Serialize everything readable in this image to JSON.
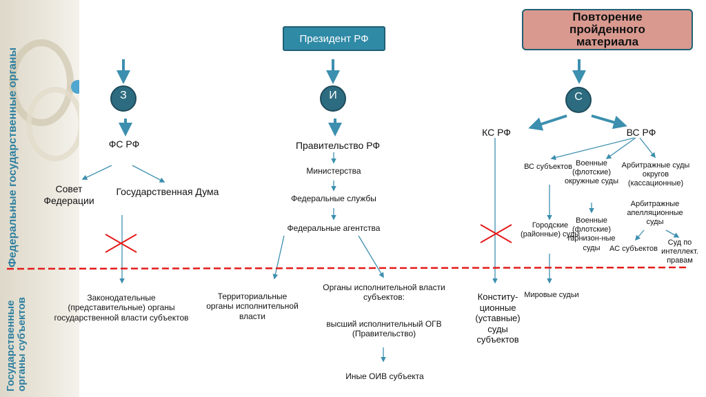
{
  "sidebar": {
    "federal_label": "Федеральные государственные органы",
    "regional_label": "Государственные органы субъектов"
  },
  "header": {
    "president": "Президент РФ",
    "review": "Повторение пройденного материала"
  },
  "branches": {
    "legislative_letter": "З",
    "executive_letter": "И",
    "judicial_letter": "С"
  },
  "legislative": {
    "fs": "ФС РФ",
    "council": "Совет Федерации",
    "duma": "Государственная Дума",
    "regional": "Законодательные (представительные) органы государственной власти субъектов"
  },
  "executive": {
    "government": "Правительство РФ",
    "ministries": "Министерства",
    "services": "Федеральные службы",
    "agencies": "Федеральные агентства",
    "territorial": "Территориальные органы исполнительной власти",
    "regional_title": "Органы исполнительной власти субъектов:",
    "regional_top": "высший исполнительный ОГВ (Правительство)",
    "other": "Иные ОИВ субъекта"
  },
  "judicial": {
    "ks": "КС РФ",
    "vs": "ВС РФ",
    "vs_subjects": "ВС субъектов",
    "military_district": "Военные (флотские) окружные суды",
    "arbitration_cassation": "Арбитражные суды округов (кассационные)",
    "city_courts": "Городские (районные) суды",
    "military_garrison": "Военные (флотские) гарнизон-ные суды",
    "arbitration_appeal": "Арбитражные апелляционные суды",
    "as_subjects": "АС субъектов",
    "ip_court": "Суд по интеллект. правам",
    "magistrates": "Мировые судьи",
    "constitutional_regional": "Конститу-ционные (уставные) суды субъектов"
  },
  "colors": {
    "arrow": "#3c8fae",
    "divider": "#e41a1a",
    "circle": "#2d6c80",
    "president_box": "#2f8aa6",
    "review_box": "#d9998f"
  }
}
